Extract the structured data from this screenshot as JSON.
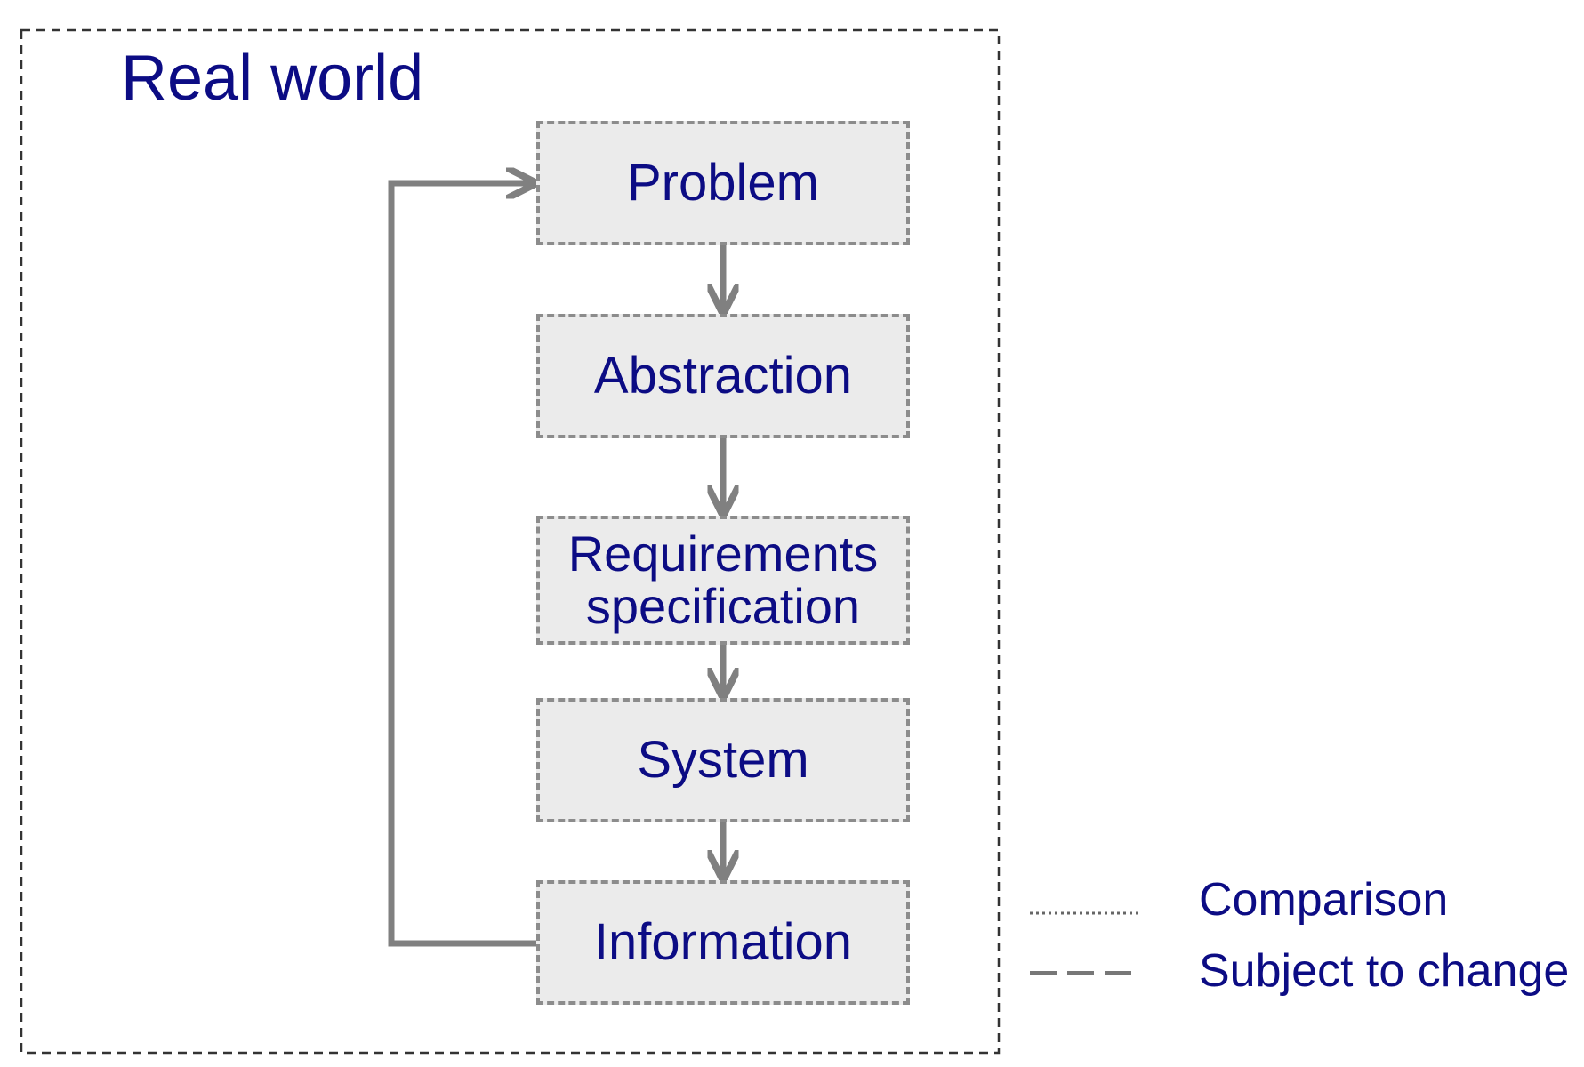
{
  "frame": {
    "title": "Real world"
  },
  "boxes": [
    {
      "label": "Problem"
    },
    {
      "label": "Abstraction"
    },
    {
      "label": "Requirements\nspecification"
    },
    {
      "label": "System"
    },
    {
      "label": "Information"
    }
  ],
  "legend": [
    {
      "label": "Comparison",
      "line_style": "dotted"
    },
    {
      "label": "Subject to change",
      "line_style": "dashed"
    }
  ],
  "colors": {
    "text": "#0c0c84",
    "box_fill": "#ebebeb",
    "box_border": "#8c8c8c",
    "arrow": "#808080",
    "frame_border": "#333333"
  },
  "edges": [
    {
      "from": "Problem",
      "to": "Abstraction"
    },
    {
      "from": "Abstraction",
      "to": "Requirements\nspecification"
    },
    {
      "from": "Requirements\nspecification",
      "to": "System"
    },
    {
      "from": "System",
      "to": "Information"
    },
    {
      "from": "Information",
      "to": "Problem"
    }
  ]
}
